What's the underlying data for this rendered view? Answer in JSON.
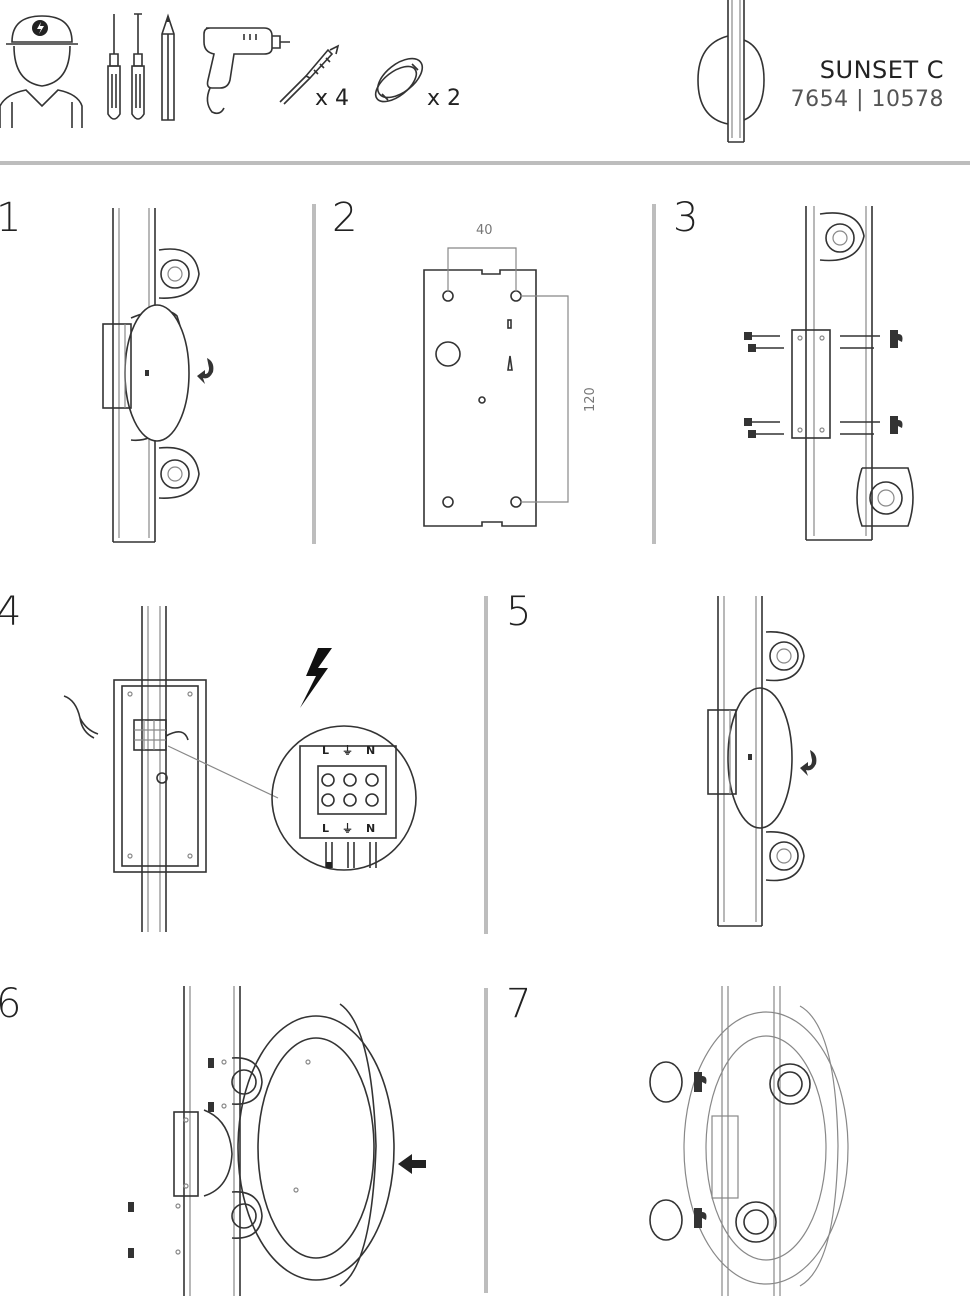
{
  "header": {
    "product_name": "SUNSET C",
    "product_codes": "7654 | 10578",
    "tools": [
      {
        "icon": "electrician-icon"
      },
      {
        "icon": "screwdrivers-icon"
      },
      {
        "icon": "pencil-icon"
      },
      {
        "icon": "drill-icon"
      },
      {
        "icon": "screw-anchor-icon",
        "quantity": "x 4"
      },
      {
        "icon": "mounting-cap-icon",
        "quantity": "x 2"
      }
    ]
  },
  "steps": [
    {
      "number": "1"
    },
    {
      "number": "2",
      "dimensions": {
        "width": "40",
        "height": "120"
      }
    },
    {
      "number": "3"
    },
    {
      "number": "4",
      "terminal_labels_top": [
        "L",
        "⏚",
        "N"
      ],
      "terminal_labels_bottom": [
        "L",
        "⏚",
        "N"
      ]
    },
    {
      "number": "5"
    },
    {
      "number": "6"
    },
    {
      "number": "7"
    }
  ],
  "colors": {
    "line": "#333333",
    "divider": "#bdbdbd"
  }
}
